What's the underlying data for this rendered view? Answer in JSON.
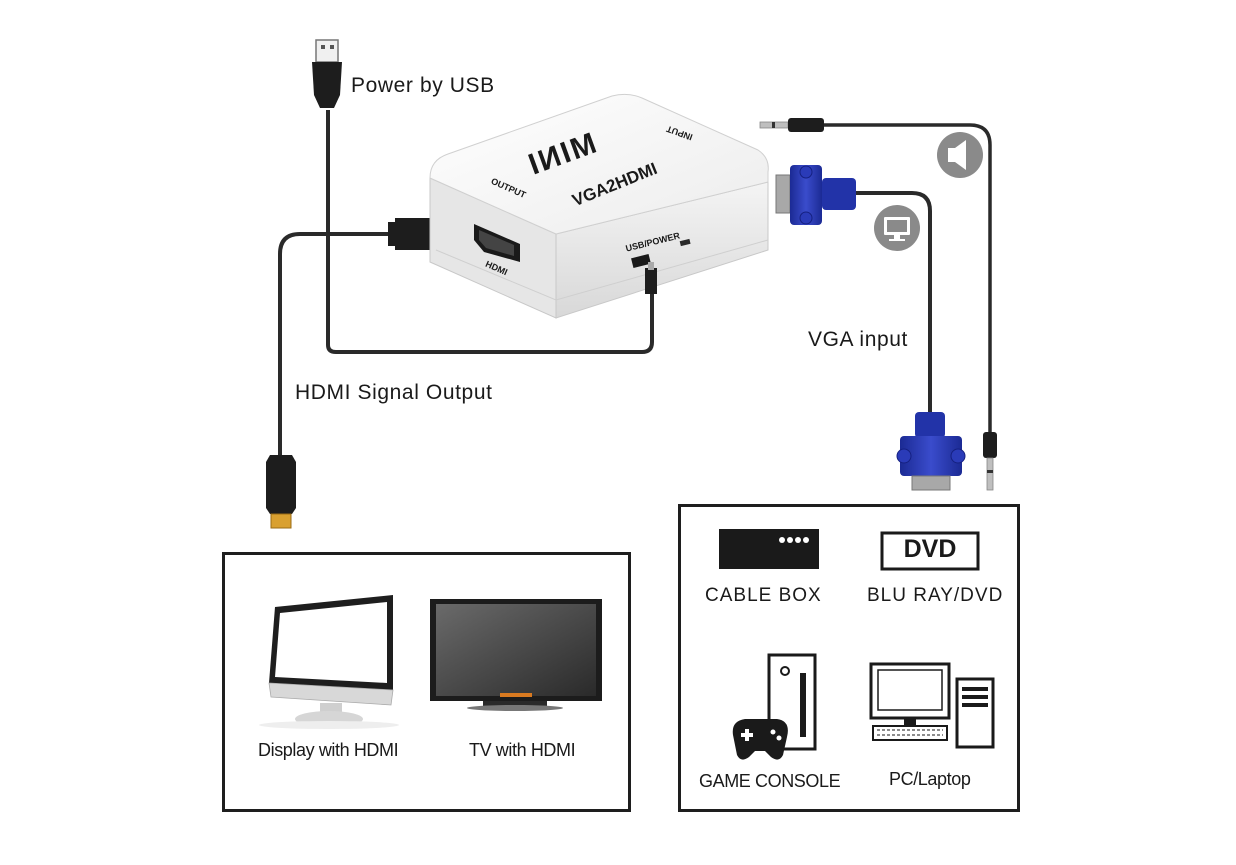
{
  "converter": {
    "brand": "MINI",
    "model": "VGA2HDMI",
    "output_label": "OUTPUT",
    "input_label": "INPUT",
    "hdmi_port_label": "HDMI",
    "usb_port_label": "USB/POWER"
  },
  "callouts": {
    "power": "Power by USB",
    "hdmi_out": "HDMI Signal Output",
    "vga_in": "VGA input"
  },
  "output_devices": [
    {
      "label": "Display with HDMI",
      "icon": "monitor-icon"
    },
    {
      "label": "TV with HDMI",
      "icon": "tv-icon"
    }
  ],
  "input_devices": [
    {
      "label": "CABLE BOX",
      "icon": "cable-box-icon"
    },
    {
      "label": "BLU RAY/DVD",
      "icon": "dvd-icon",
      "badge": "DVD"
    },
    {
      "label": "GAME CONSOLE",
      "icon": "game-console-icon"
    },
    {
      "label": "PC/Laptop",
      "icon": "pc-icon"
    }
  ],
  "colors": {
    "vga_blue": "#2233a8",
    "hdmi_gold": "#d9a030",
    "cable": "#2a2a2a",
    "status_icon_gray": "#8a8a8a"
  }
}
